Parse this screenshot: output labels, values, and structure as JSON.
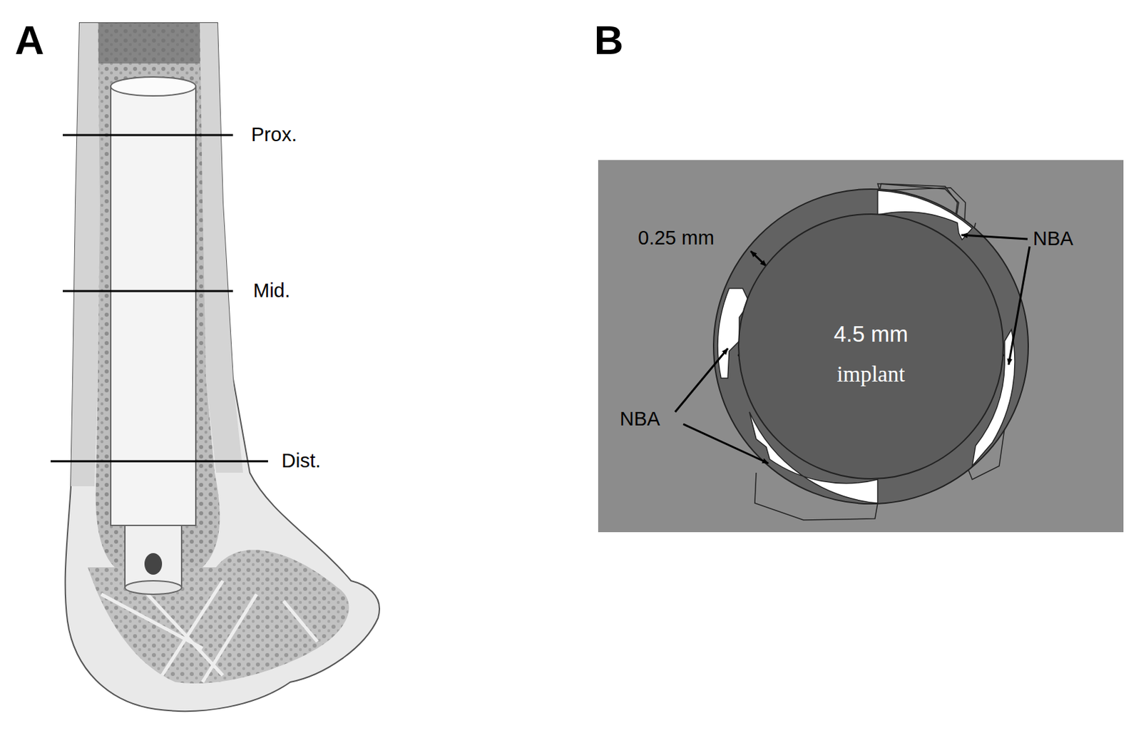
{
  "diagram": {
    "nodes": [
      {
        "text": [
          "4.5 mm",
          "implant"
        ]
      }
    ],
    "labels": [
      "A",
      "B",
      "Prox.",
      "Mid.",
      "Dist.",
      "0.25 mm",
      "NBA",
      "NBA"
    ]
  }
}
